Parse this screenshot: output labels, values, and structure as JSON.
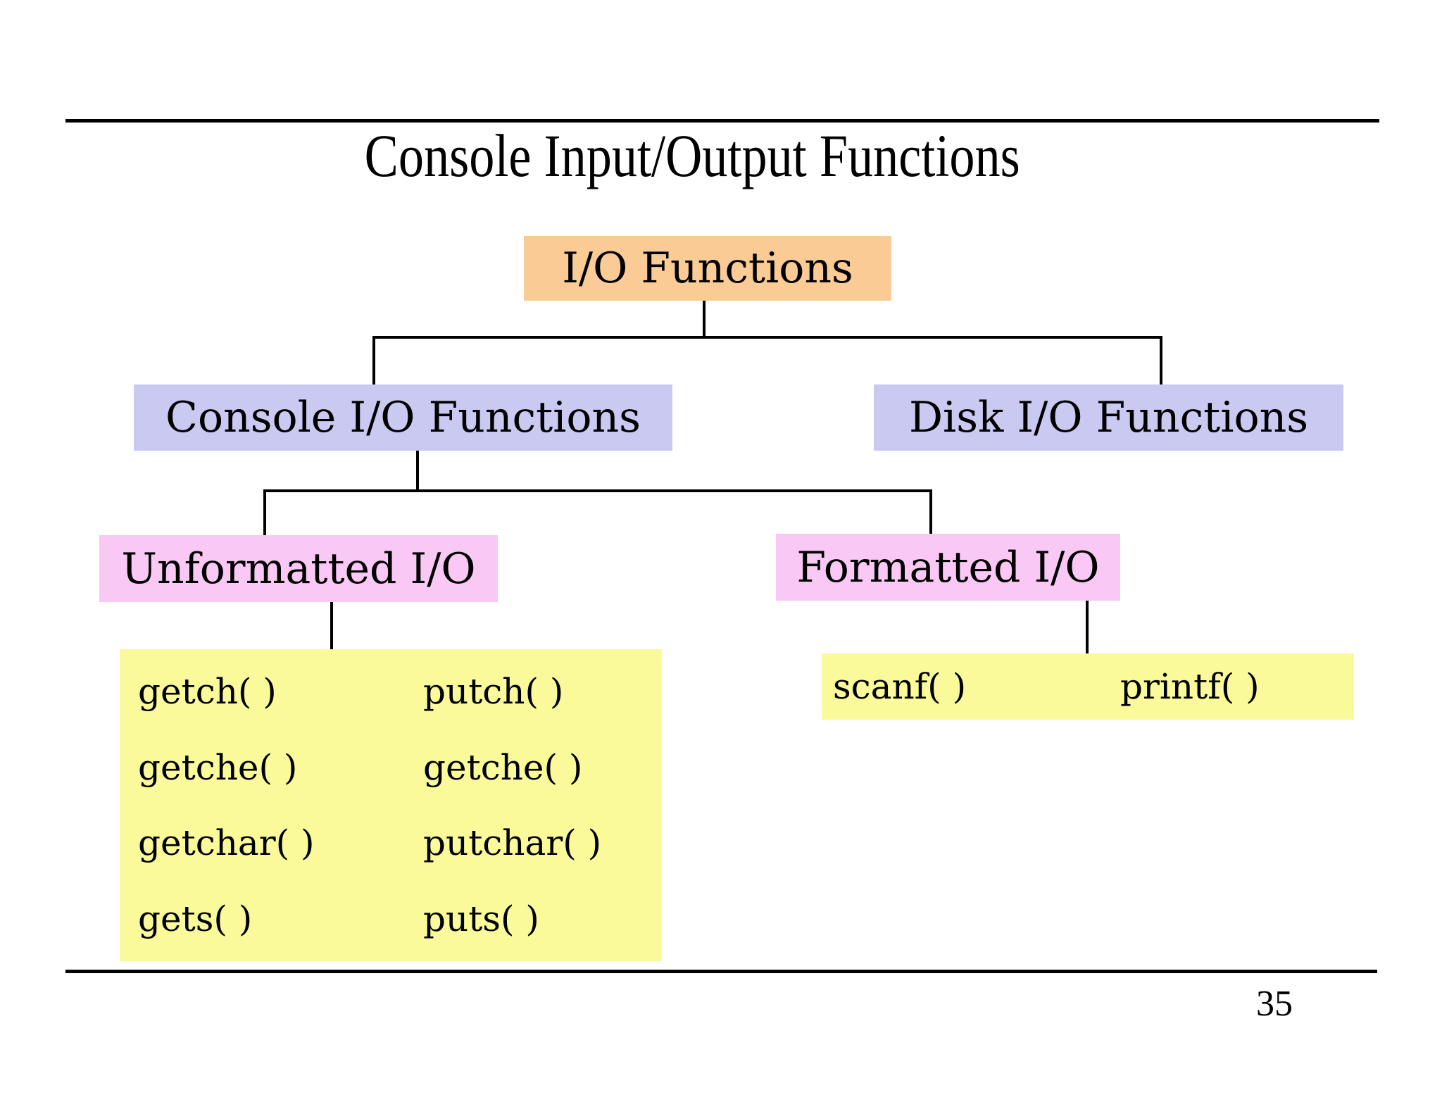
{
  "page": {
    "title": "Console Input/Output Functions",
    "page_number": "35"
  },
  "colors": {
    "root_fill": "#FBCB96",
    "level2_fill": "#C9C9F1",
    "level3_fill": "#FAC8F5",
    "leaf_fill": "#FAFA9B",
    "line": "#000000",
    "text": "#000000",
    "background": "#FFFFFF"
  },
  "tree": {
    "root": {
      "label": "I/O Functions"
    },
    "console": {
      "label": "Console I/O Functions"
    },
    "disk": {
      "label": "Disk I/O Functions"
    },
    "unformatted": {
      "label": "Unformatted I/O"
    },
    "formatted": {
      "label": "Formatted I/O"
    },
    "unformatted_functions": {
      "rows": [
        {
          "left": "getch( )",
          "right": "putch( )"
        },
        {
          "left": "getche( )",
          "right": "getche( )"
        },
        {
          "left": "getchar( )",
          "right": "putchar( )"
        },
        {
          "left": "gets( )",
          "right": "puts( )"
        }
      ]
    },
    "formatted_functions": {
      "left": "scanf( )",
      "right": "printf( )"
    }
  }
}
